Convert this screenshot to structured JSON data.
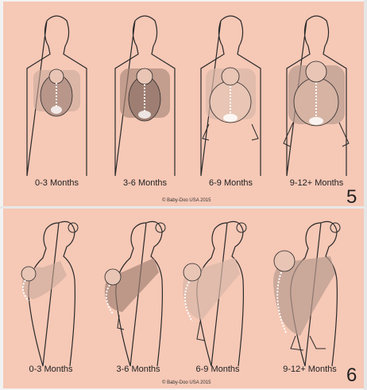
{
  "panels": [
    {
      "step": "5",
      "copyright": "© Baby-Doo USA 2015",
      "stages": [
        {
          "label": "0-3 Months"
        },
        {
          "label": "3-6 Months"
        },
        {
          "label": "6-9 Months"
        },
        {
          "label": "9-12+ Months"
        }
      ]
    },
    {
      "step": "6",
      "copyright": "© Baby-Doo USA 2015",
      "stages": [
        {
          "label": "0-3 Months"
        },
        {
          "label": "3-6 Months"
        },
        {
          "label": "6-9 Months"
        },
        {
          "label": "9-12+ Months"
        }
      ]
    }
  ],
  "colors": {
    "background": "#f6c8b6",
    "outline": "#2a2a2a",
    "carrier": "#c9a89a",
    "baby": "#e8c5b5"
  }
}
